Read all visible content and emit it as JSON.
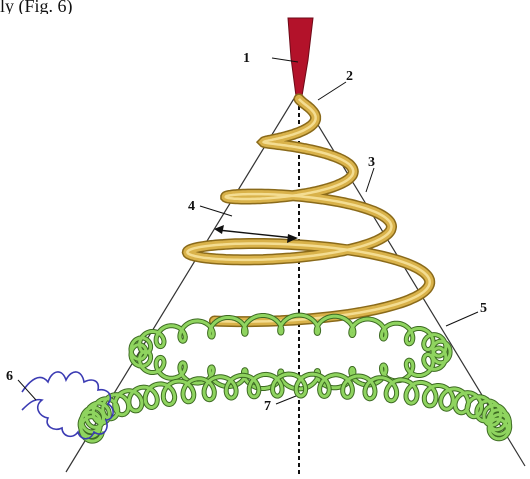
{
  "caption_fragment": "ly (Fig. 6)",
  "labels": {
    "l1": "1",
    "l2": "2",
    "l3": "3",
    "l4": "4",
    "l5": "5",
    "l6": "6",
    "l7": "7"
  },
  "colors": {
    "stem": "#b3122a",
    "gold": "#d9b24a",
    "gold_dark": "#8a6a1a",
    "green": "#8fd45f",
    "green_dark": "#3d6b22",
    "blue": "#3b3bb3",
    "black": "#1a1a1a",
    "line": "#333333"
  }
}
